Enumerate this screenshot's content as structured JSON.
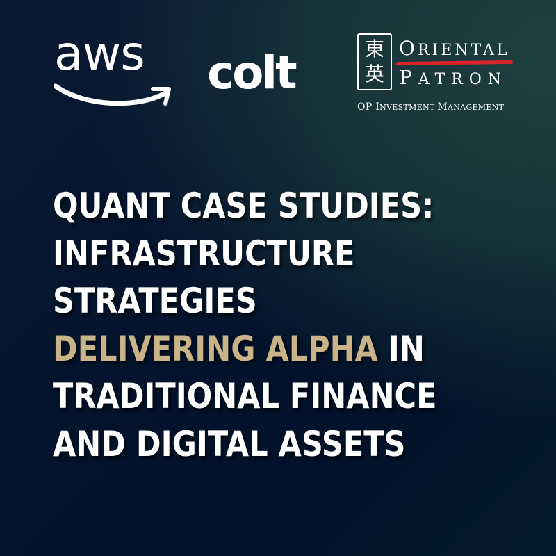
{
  "logos": {
    "aws": {
      "text": "aws",
      "icon": "amazon-smile-arrow"
    },
    "colt": {
      "text": "colt"
    },
    "oriental_patron": {
      "seal_chars": [
        "東",
        "英"
      ],
      "line1_cap": "O",
      "line1_rest": "RIENTAL",
      "line2_cap": "P",
      "line2_rest": "ATRON",
      "subtitle_parts": [
        {
          "cap": "OP ",
          "rest": ""
        },
        {
          "cap": "I",
          "rest": "NVESTMENT "
        },
        {
          "cap": "M",
          "rest": "ANAGEMENT"
        }
      ],
      "accent_stroke_color": "#d8232a"
    }
  },
  "headline": {
    "line1": "QUANT CASE STUDIES:",
    "line2": "INFRASTRUCTURE",
    "line3": "STRATEGIES",
    "line4_accent": "DELIVERING ALPHA",
    "line4_rest": " IN",
    "line5": "TRADITIONAL FINANCE",
    "line6": "AND DIGITAL ASSETS",
    "text_color": "#ffffff",
    "accent_color": "#c9b48a"
  },
  "background": {
    "primary": "#02122a",
    "secondary": "#1f3f40"
  }
}
